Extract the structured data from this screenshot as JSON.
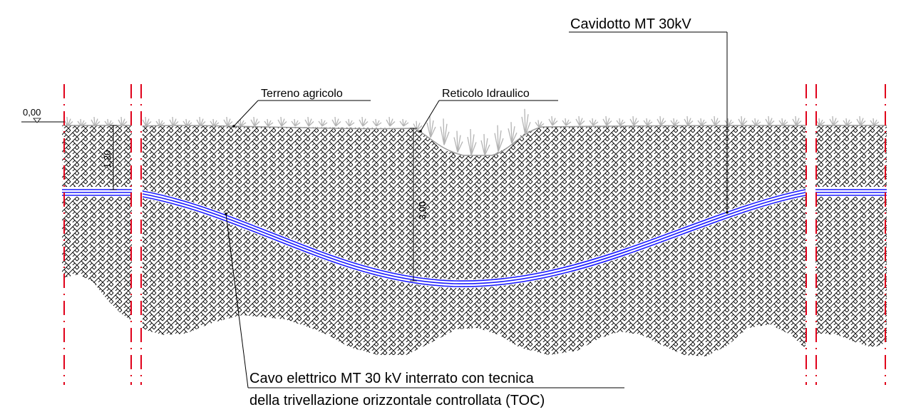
{
  "labels": {
    "cavidotto": "Cavidotto MT 30kV",
    "terreno": "Terreno agricolo",
    "reticolo": "Reticolo Idraulico",
    "quota": "0,00",
    "depth_120": "1,20",
    "depth_300": "3,00",
    "cavo_line1": "Cavo elettrico MT 30 kV interrato con tecnica",
    "cavo_line2": "della trivellazione orizzontale controllata (TOC)"
  },
  "colors": {
    "cable": "#1a1aff",
    "section_cut": "#e0001a",
    "soil_hatch": "#000000",
    "grass": "#b4b4b4"
  }
}
